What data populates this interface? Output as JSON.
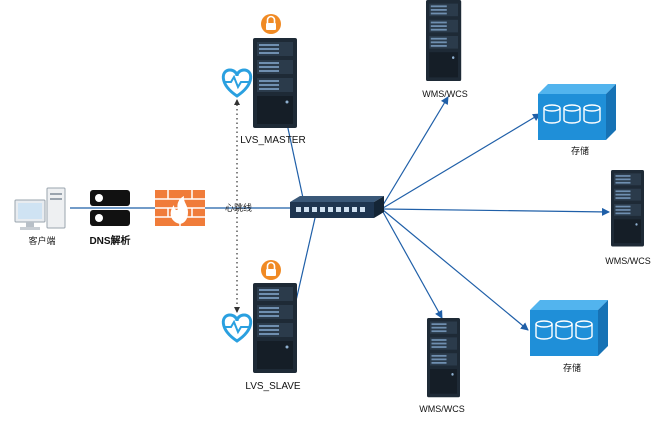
{
  "labels": {
    "client": "客户端",
    "dns": "DNS解析",
    "heartbeat": "心跳线",
    "lvs_master": "LVS_MASTER",
    "lvs_slave": "LVS_SLAVE",
    "wms_top": "WMS/WCS",
    "wms_right": "WMS/WCS",
    "wms_bottom": "WMS/WCS",
    "storage_top": "存储",
    "storage_bottom": "存储"
  },
  "colors": {
    "arrow": "#1f5fa8",
    "server_dark": "#1e2a36",
    "server_stripe": "#4a6a8a",
    "storage_blue": "#1f8fd8",
    "storage_light": "#52b4ee",
    "lock": "#f08a24",
    "heart": "#2aa0e0",
    "firewall": "#f07c3a",
    "dns_black": "#111111"
  },
  "icons": [
    "desktop-computer-icon",
    "dns-server-icon",
    "firewall-icon",
    "switch-icon",
    "lock-icon",
    "heartbeat-icon",
    "server-icon",
    "storage-icon"
  ]
}
